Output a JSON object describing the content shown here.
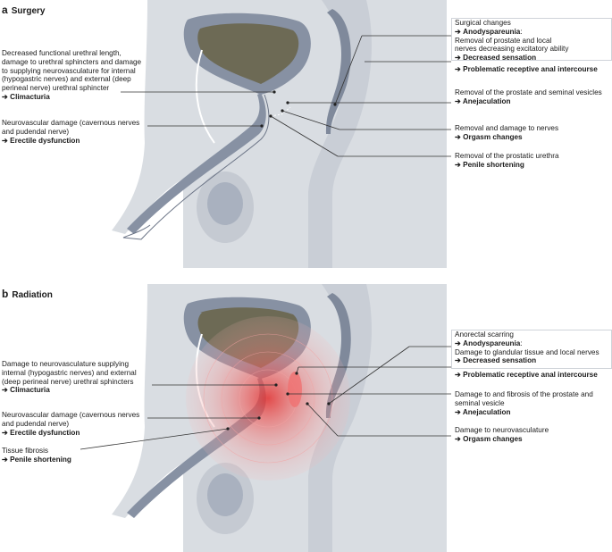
{
  "panel_a": {
    "letter": "a",
    "title": "Surgery",
    "arrow": "➔",
    "left_notes": [
      {
        "text": [
          "Decreased functional urethral length,",
          "damage to urethral sphincters and damage",
          "to supplying neurovasculature for internal",
          "(hypogastric nerves) and external (deep",
          "perineal nerve) urethral sphincter"
        ],
        "outcome": "Climacturia"
      },
      {
        "text": [
          "Neurovascular damage (cavernous nerves",
          "and pudendal nerve)"
        ],
        "outcome": "Erectile dysfunction"
      }
    ],
    "right_box": {
      "heading": "Surgical changes",
      "outcome1": "Anodyspareunia",
      "outcome1_suffix": ":",
      "text": [
        "Removal of prostate and local",
        "nerves decreasing excitatory ability"
      ],
      "outcome2": "Decreased sensation"
    },
    "right_notes": [
      {
        "text": [],
        "outcome": "Problematic receptive anal intercourse"
      },
      {
        "text": [
          "Removal of the prostate and seminal vesicles"
        ],
        "outcome": "Anejaculation"
      },
      {
        "text": [
          "Removal and damage to nerves"
        ],
        "outcome": "Orgasm changes"
      },
      {
        "text": [
          "Removal of the prostatic urethra"
        ],
        "outcome": "Penile shortening"
      }
    ]
  },
  "panel_b": {
    "letter": "b",
    "title": "Radiation",
    "arrow": "➔",
    "left_notes": [
      {
        "text": [
          "Damage to neurovasculature supplying",
          "internal (hypogastric nerves) and external",
          "(deep perineal nerve) urethral sphincters"
        ],
        "outcome": "Climacturia"
      },
      {
        "text": [
          "Neurovascular damage (cavernous nerves",
          "and pudendal nerve)"
        ],
        "outcome": "Erectile dysfunction"
      },
      {
        "text": [
          "Tissue fibrosis"
        ],
        "outcome": "Penile shortening"
      }
    ],
    "right_box": {
      "heading": "Anorectal scarring",
      "outcome1": "Anodyspareunia",
      "outcome1_suffix": ":",
      "text": [
        "Damage to glandular tissue and local nerves"
      ],
      "outcome2": "Decreased sensation"
    },
    "right_notes": [
      {
        "text": [],
        "outcome": "Problematic receptive anal intercourse"
      },
      {
        "text": [
          "Damage to and fibrosis of the prostate and",
          "seminal vesicle"
        ],
        "outcome": "Anejaculation"
      },
      {
        "text": [
          "Damage to neurovasculature"
        ],
        "outcome": "Orgasm changes"
      }
    ]
  },
  "colors": {
    "body_fill": "#d9dde2",
    "organ_dark": "#8791a3",
    "organ_mid": "#a9b1bf",
    "bladder_fill": "#6d6a55",
    "radiation": "#f05a5a",
    "leader": "#333333"
  }
}
